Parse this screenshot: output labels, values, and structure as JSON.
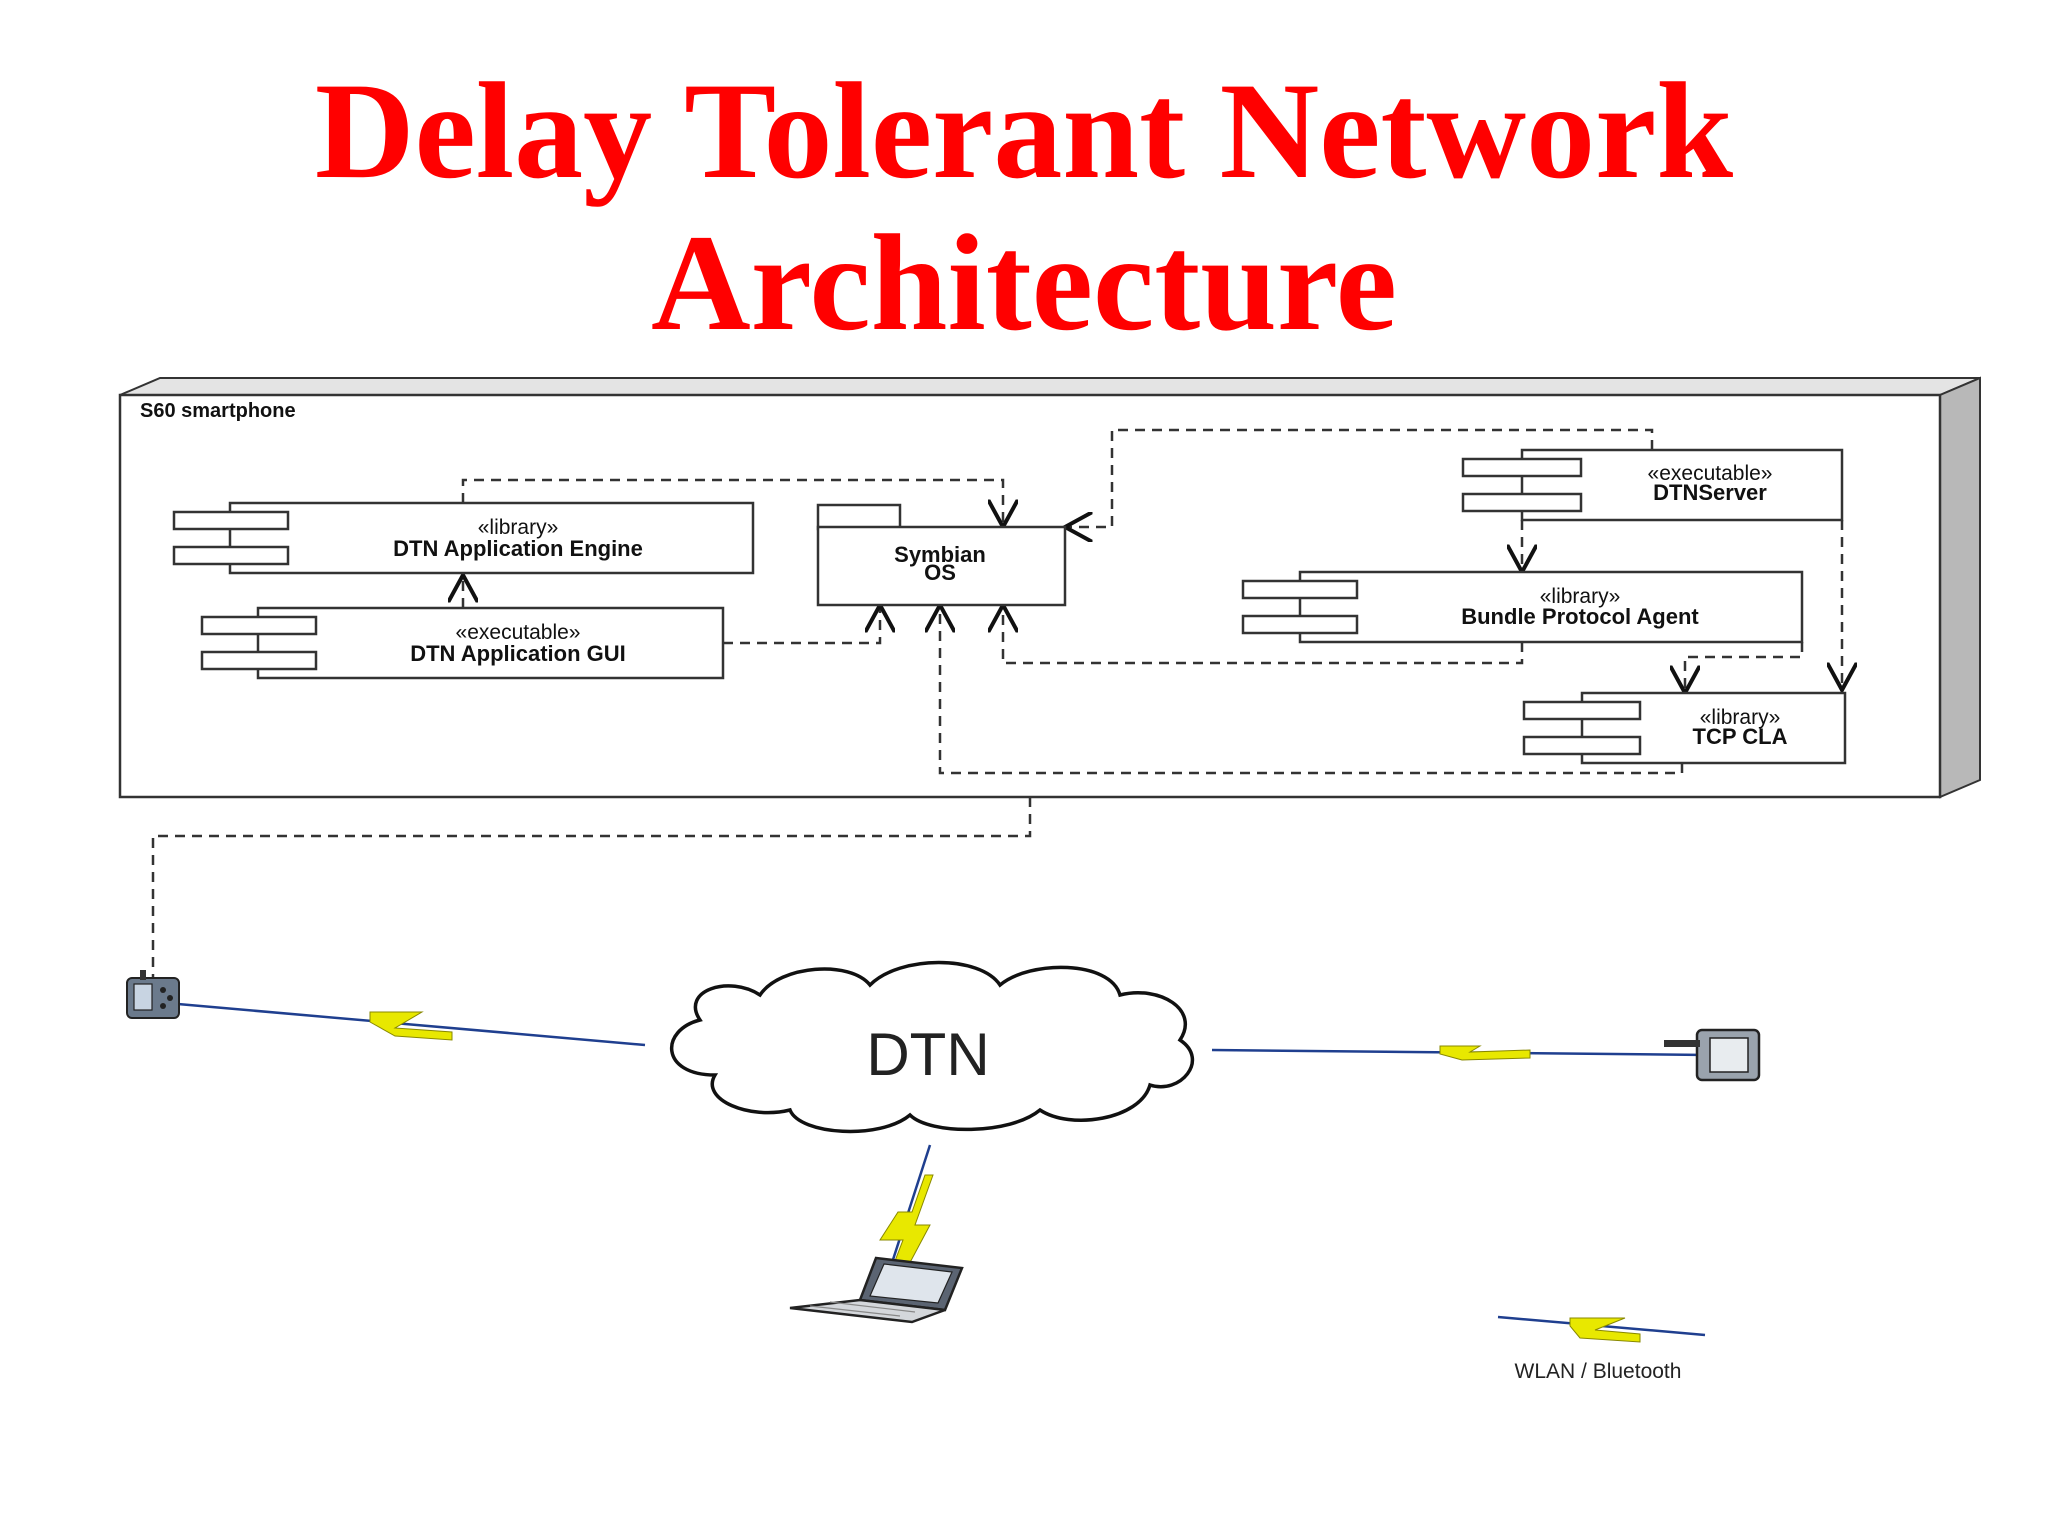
{
  "title": {
    "line1": "Delay Tolerant Network",
    "line2": "Architecture"
  },
  "colors": {
    "title": "#ff0000",
    "wireless_bolt": "#e8e800",
    "wireless_line": "#1f3f8f"
  },
  "deployment": {
    "node_label": "S60 smartphone",
    "components": {
      "app_engine": {
        "stereotype": "«library»",
        "name": "DTN Application Engine"
      },
      "app_gui": {
        "stereotype": "«executable»",
        "name": "DTN Application GUI"
      },
      "symbian": {
        "name_line1": "Symbian",
        "name_line2": "OS"
      },
      "dtn_server": {
        "stereotype": "«executable»",
        "name": "DTNServer"
      },
      "bpa": {
        "stereotype": "«library»",
        "name": "Bundle Protocol Agent"
      },
      "tcp_cla": {
        "stereotype": "«library»",
        "name": "TCP CLA"
      }
    }
  },
  "network": {
    "cloud_label": "DTN",
    "devices": [
      "phone-icon",
      "pda-icon",
      "laptop-icon"
    ],
    "legend_label": "WLAN / Bluetooth"
  }
}
